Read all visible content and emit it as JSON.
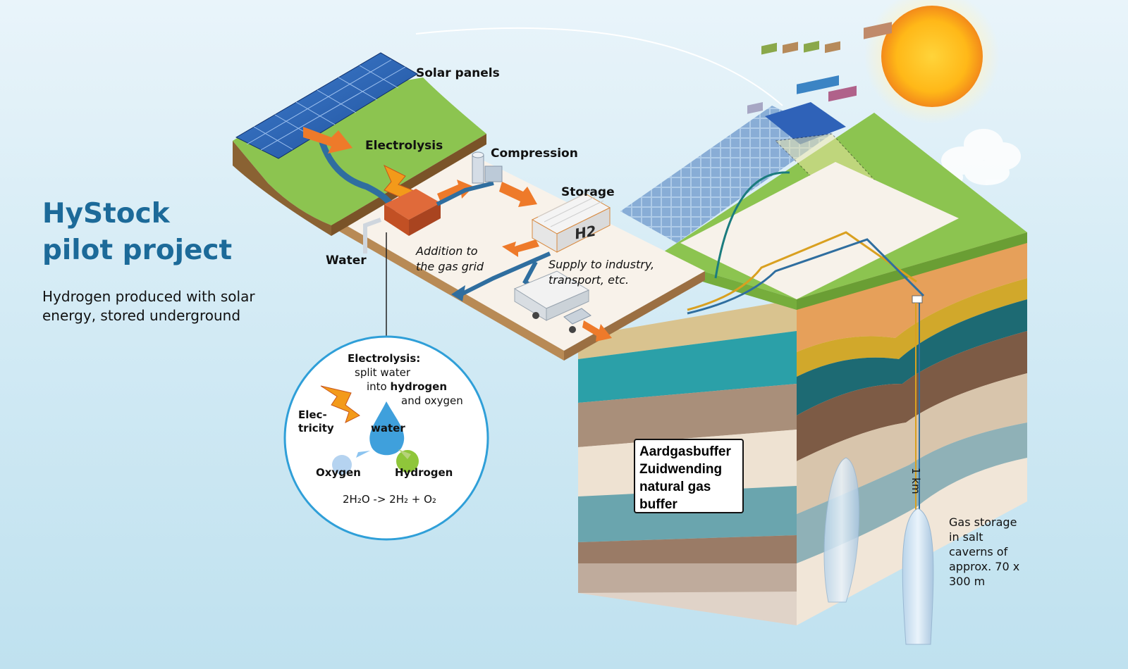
{
  "title": {
    "line1": "HyStock",
    "line2": "pilot project"
  },
  "subtitle": "Hydrogen produced with solar energy, stored underground",
  "labels": {
    "solar_panels": "Solar panels",
    "electrolysis": "Electrolysis",
    "compression": "Compression",
    "storage": "Storage",
    "water": "Water",
    "addition": "Addition to\nthe gas grid",
    "supply": "Supply to industry,\ntransport, etc.",
    "tank_label": "H2"
  },
  "callout": {
    "heading": "Electrolysis:",
    "line1": "split water",
    "line2_prefix": "into ",
    "line2_bold": "hydrogen",
    "line3": "and oxygen",
    "elec1": "Elec-",
    "elec2": "tricity",
    "water": "water",
    "oxygen": "Oxygen",
    "hydrogen": "Hydrogen",
    "equation": "2H₂O  -> 2H₂ + O₂"
  },
  "buffer_box": "Aardgasbuffer\nZuidwending\nnatural gas\nbuffer",
  "depth_label": "1 km",
  "cavern_text": "Gas storage\nin salt\ncaverns of\napprox. 70 x\n300 m",
  "colors": {
    "title": "#1c6a99",
    "grass": "#8cc450",
    "arrow": "#ee7a2a",
    "pipe": "#2f6e9f",
    "sun": "#ffc21a"
  }
}
